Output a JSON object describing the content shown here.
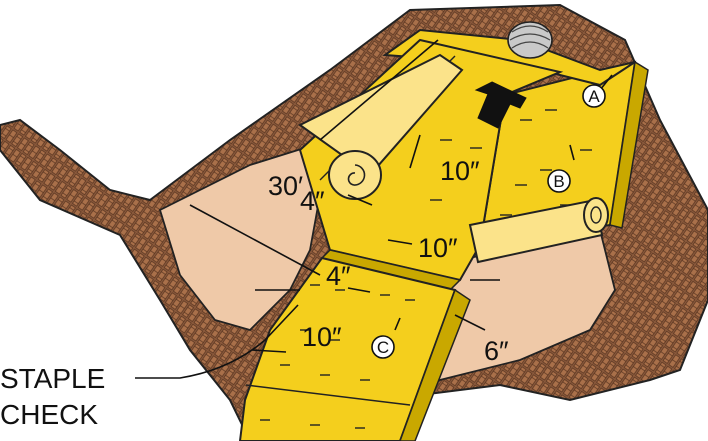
{
  "labels": {
    "dim_30ft": "30′",
    "dim_4in_upper": "4″",
    "dim_10in_top": "10″",
    "dim_10in_mid": "10″",
    "dim_4in_lower": "4″",
    "dim_10in_bottom": "10″",
    "dim_6in": "6″",
    "marker_a": "A",
    "marker_b": "B",
    "marker_c": "C",
    "staple_check_line1": "STAPLE",
    "staple_check_line2": "CHECK"
  },
  "colors": {
    "blanket": "#f4cf1d",
    "blanket_dark": "#c9a800",
    "roll_light": "#fbe38a",
    "soil_tan": "#efc9a8",
    "earth_brown": "#8b5a3c",
    "earth_dark": "#5a3520",
    "outline": "#222222"
  }
}
